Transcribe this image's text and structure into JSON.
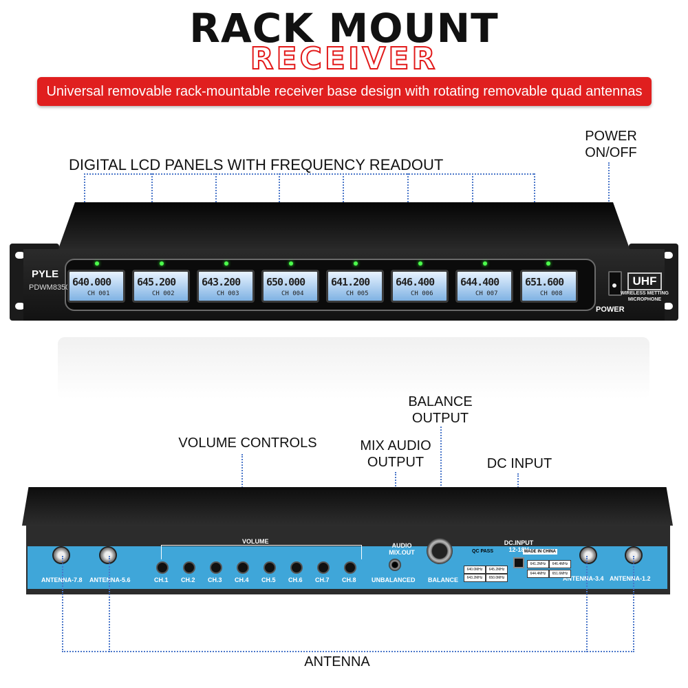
{
  "title_line1": "RACK MOUNT",
  "title_line2": "RECEIVER",
  "banner": "Universal removable rack-mountable receiver base design with rotating removable quad antennas",
  "callouts": {
    "lcd_panels": "DIGITAL LCD PANELS WITH FREQUENCY READOUT",
    "power_line1": "POWER",
    "power_line2": "ON/OFF",
    "volume_controls": "VOLUME CONTROLS",
    "balance_line1": "BALANCE",
    "balance_line2": "OUTPUT",
    "mix_line1": "MIX AUDIO",
    "mix_line2": "OUTPUT",
    "dc_input": "DC INPUT",
    "antenna": "ANTENNA"
  },
  "front_panel": {
    "brand": "PYLE",
    "model": "PDWM8350",
    "lcds": [
      {
        "freq": "640.000",
        "ch": "CH 001"
      },
      {
        "freq": "645.200",
        "ch": "CH 002"
      },
      {
        "freq": "643.200",
        "ch": "CH 003"
      },
      {
        "freq": "650.000",
        "ch": "CH 004"
      },
      {
        "freq": "641.200",
        "ch": "CH 005"
      },
      {
        "freq": "646.400",
        "ch": "CH 006"
      },
      {
        "freq": "644.400",
        "ch": "CH 007"
      },
      {
        "freq": "651.600",
        "ch": "CH 008"
      }
    ],
    "power_label": "POWER",
    "uhf_badge": "UHF",
    "uhf_sub1": "WIRELESS METTING",
    "uhf_sub2": "MICROPHONE"
  },
  "rear_panel": {
    "volume_label": "VOLUME",
    "channels": [
      "CH.1",
      "CH.2",
      "CH.3",
      "CH.4",
      "CH.5",
      "CH.6",
      "CH.7",
      "CH.8"
    ],
    "antenna_labels": [
      "ANTENNA-7.8",
      "ANTENNA-5.6",
      "ANTENNA-3.4",
      "ANTENNA-1.2"
    ],
    "audio_mix_out_line1": "AUDIO",
    "audio_mix_out_line2": "MIX.OUT",
    "unbalanced": "UNBALANCED",
    "balance": "BALANCE",
    "qc_pass": "QC PASS",
    "dc_input_line1": "DC.INPUT",
    "dc_input_line2": "12-18V",
    "made_in": "MADE IN CHINA",
    "freq_chips": [
      "640.0MHz",
      "645.2MHz",
      "643.2MHz",
      "650.0MHz",
      "641.2MHz",
      "646.4MHz",
      "644.4MHz",
      "651.6MHz"
    ]
  }
}
